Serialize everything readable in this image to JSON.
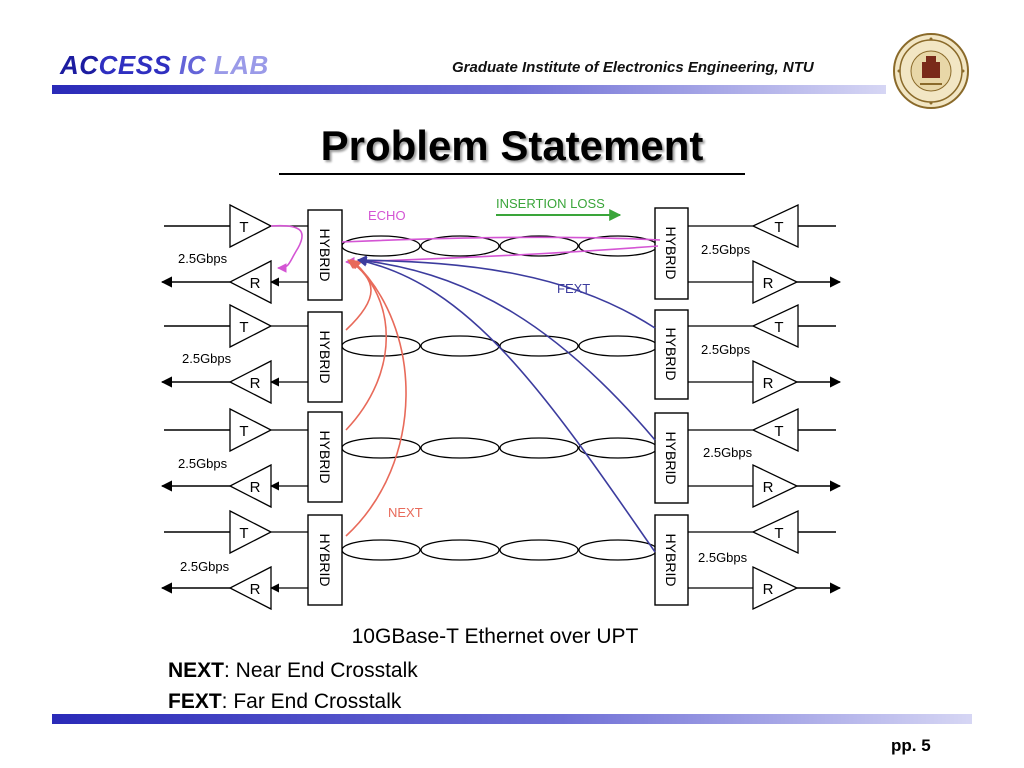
{
  "header": {
    "lab_title_parts": [
      "AC",
      "CESS",
      " IC",
      " LAB"
    ],
    "institute": "Graduate Institute of Electronics Engineering, NTU"
  },
  "title": "Problem Statement",
  "diagram": {
    "transmitter_label": "T",
    "receiver_label": "R",
    "hybrid_label": "HYBRID",
    "rate_label": "2.5Gbps",
    "echo_label": "ECHO",
    "insertion_loss_label": "INSERTION LOSS",
    "fext_label": "FEXT",
    "next_label": "NEXT",
    "colors": {
      "echo": "#d455d4",
      "insertion_loss": "#3aa53a",
      "next": "#e86a5a",
      "fext": "#3c3c9e"
    }
  },
  "caption": "10GBase-T Ethernet over UPT",
  "definitions": [
    {
      "term": "NEXT",
      "text": ": Near End Crosstalk"
    },
    {
      "term": "FEXT",
      "text": ": Far End Crosstalk"
    }
  ],
  "page_number": "pp. 5",
  "colors": {
    "accent_bar": "#2a2ab8",
    "lab_title": "#1c1ca0"
  }
}
